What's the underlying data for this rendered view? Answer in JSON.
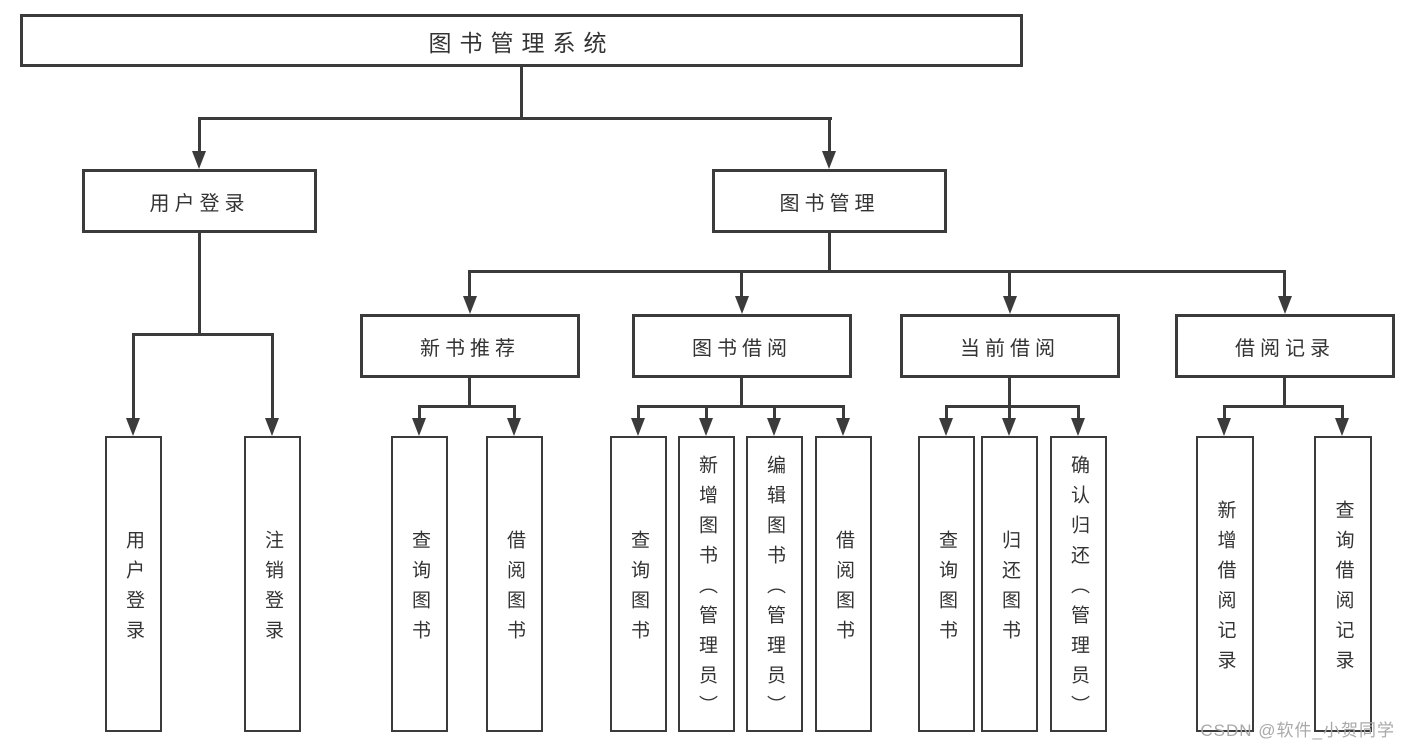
{
  "diagram": {
    "root": {
      "label": "图书管理系统"
    },
    "level2": [
      {
        "label": "用户登录"
      },
      {
        "label": "图书管理"
      }
    ],
    "level3": [
      {
        "label": "新书推荐"
      },
      {
        "label": "图书借阅"
      },
      {
        "label": "当前借阅"
      },
      {
        "label": "借阅记录"
      }
    ],
    "leaves": [
      {
        "label": "用户登录"
      },
      {
        "label": "注销登录"
      },
      {
        "label": "查询图书"
      },
      {
        "label": "借阅图书"
      },
      {
        "label": "查询图书"
      },
      {
        "label": "新增图书（管理员）"
      },
      {
        "label": "编辑图书（管理员）"
      },
      {
        "label": "借阅图书"
      },
      {
        "label": "查询图书"
      },
      {
        "label": "归还图书"
      },
      {
        "label": "确认归还（管理员）"
      },
      {
        "label": "新增借阅记录"
      },
      {
        "label": "查询借阅记录"
      }
    ],
    "colors": {
      "line": "#3b3b3b",
      "text": "#333333",
      "watermark": "#a9a9a9",
      "background": "#ffffff"
    },
    "watermark": {
      "text": "CSDN @软件_小贺同学"
    }
  }
}
